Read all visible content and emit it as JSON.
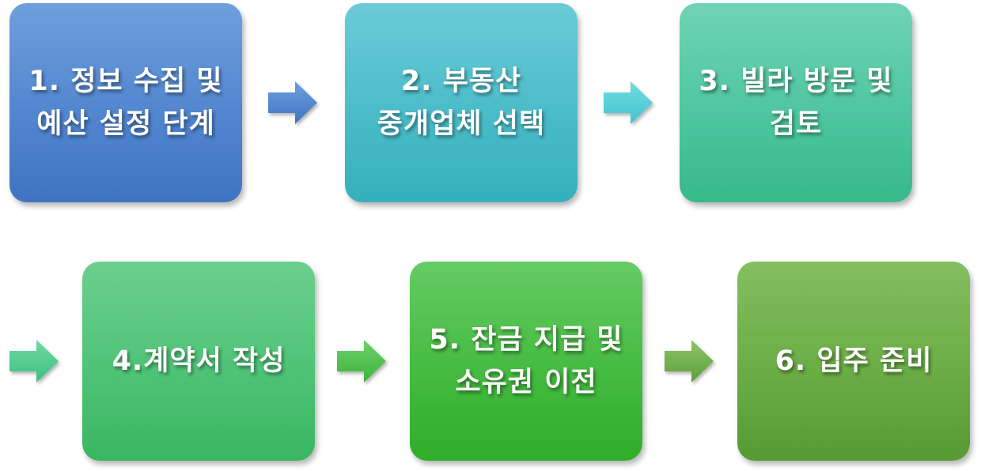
{
  "steps": [
    {
      "label": "1. 정보 수집 및\n예산 설정 단계"
    },
    {
      "label": "2. 부동산\n중개업체 선택"
    },
    {
      "label": "3. 빌라 방문 및\n검토"
    },
    {
      "label": "4.계약서 작성"
    },
    {
      "label": "5. 잔금 지급 및\n소유권 이전"
    },
    {
      "label": "6. 입주 준비"
    }
  ],
  "arrows": [
    {
      "icon": "right-arrow-icon",
      "color_top": "#6c9ee0",
      "color_bottom": "#3f74c2"
    },
    {
      "icon": "right-arrow-icon",
      "color_top": "#74dbe0",
      "color_bottom": "#3fc4cf"
    },
    {
      "icon": "right-arrow-icon",
      "color_top": "#6fd9a4",
      "color_bottom": "#3ec07e"
    },
    {
      "icon": "right-arrow-icon",
      "color_top": "#6fd16a",
      "color_bottom": "#3db33a"
    },
    {
      "icon": "right-arrow-icon",
      "color_top": "#8cc468",
      "color_bottom": "#5e9e3a"
    }
  ]
}
